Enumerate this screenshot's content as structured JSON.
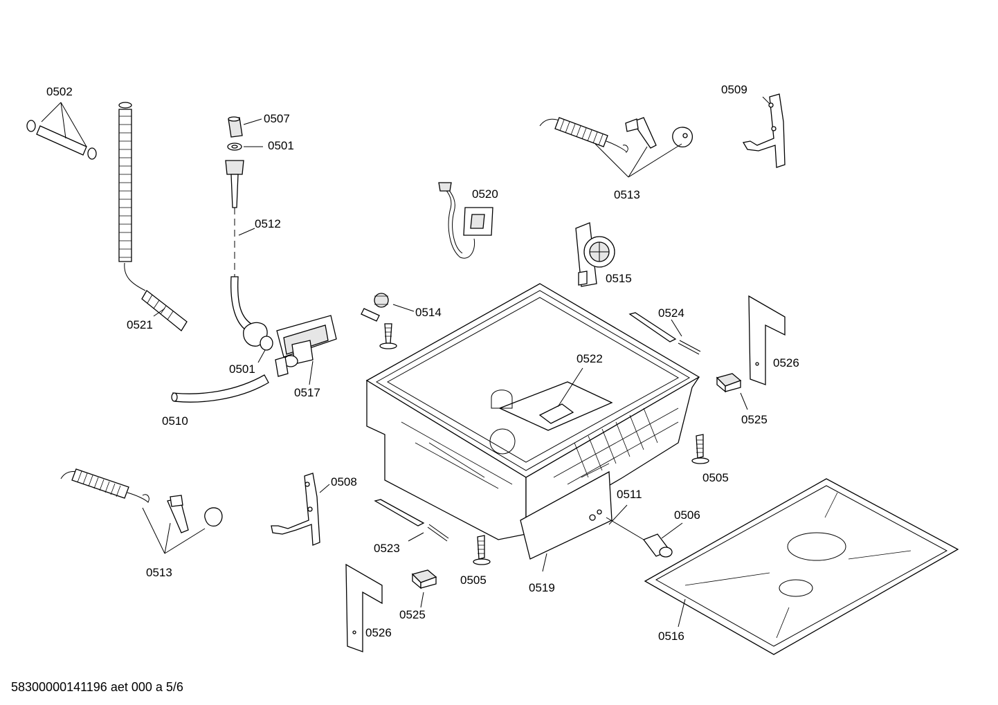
{
  "document_code": "58300000141196 aet 000 a 5/6",
  "labels": {
    "l0502": "0502",
    "l0507": "0507",
    "l0501a": "0501",
    "l0512": "0512",
    "l0521": "0521",
    "l0501b": "0501",
    "l0517": "0517",
    "l0510": "0510",
    "l0520": "0520",
    "l0513a": "0513",
    "l0509": "0509",
    "l0515": "0515",
    "l0514": "0514",
    "l0524": "0524",
    "l0522": "0522",
    "l0526a": "0526",
    "l0525a": "0525",
    "l0505a": "0505",
    "l0508": "0508",
    "l0513b": "0513",
    "l0511": "0511",
    "l0506": "0506",
    "l0523": "0523",
    "l0505b": "0505",
    "l0519": "0519",
    "l0525b": "0525",
    "l0526b": "0526",
    "l0516": "0516"
  }
}
